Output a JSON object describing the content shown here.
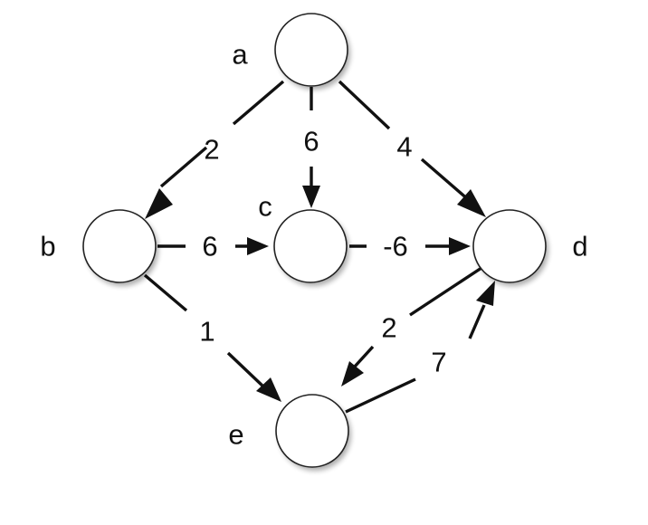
{
  "diagram": {
    "nodes": [
      {
        "id": "a",
        "label": "a"
      },
      {
        "id": "b",
        "label": "b"
      },
      {
        "id": "c",
        "label": "c"
      },
      {
        "id": "d",
        "label": "d"
      },
      {
        "id": "e",
        "label": "e"
      }
    ],
    "edges": [
      {
        "from": "a",
        "to": "b",
        "weight": "2"
      },
      {
        "from": "a",
        "to": "c",
        "weight": "6"
      },
      {
        "from": "a",
        "to": "d",
        "weight": "4"
      },
      {
        "from": "b",
        "to": "c",
        "weight": "6"
      },
      {
        "from": "c",
        "to": "d",
        "weight": "-6"
      },
      {
        "from": "b",
        "to": "e",
        "weight": "1"
      },
      {
        "from": "d",
        "to": "e",
        "weight": "2"
      },
      {
        "from": "e",
        "to": "d",
        "weight": "7"
      }
    ]
  }
}
